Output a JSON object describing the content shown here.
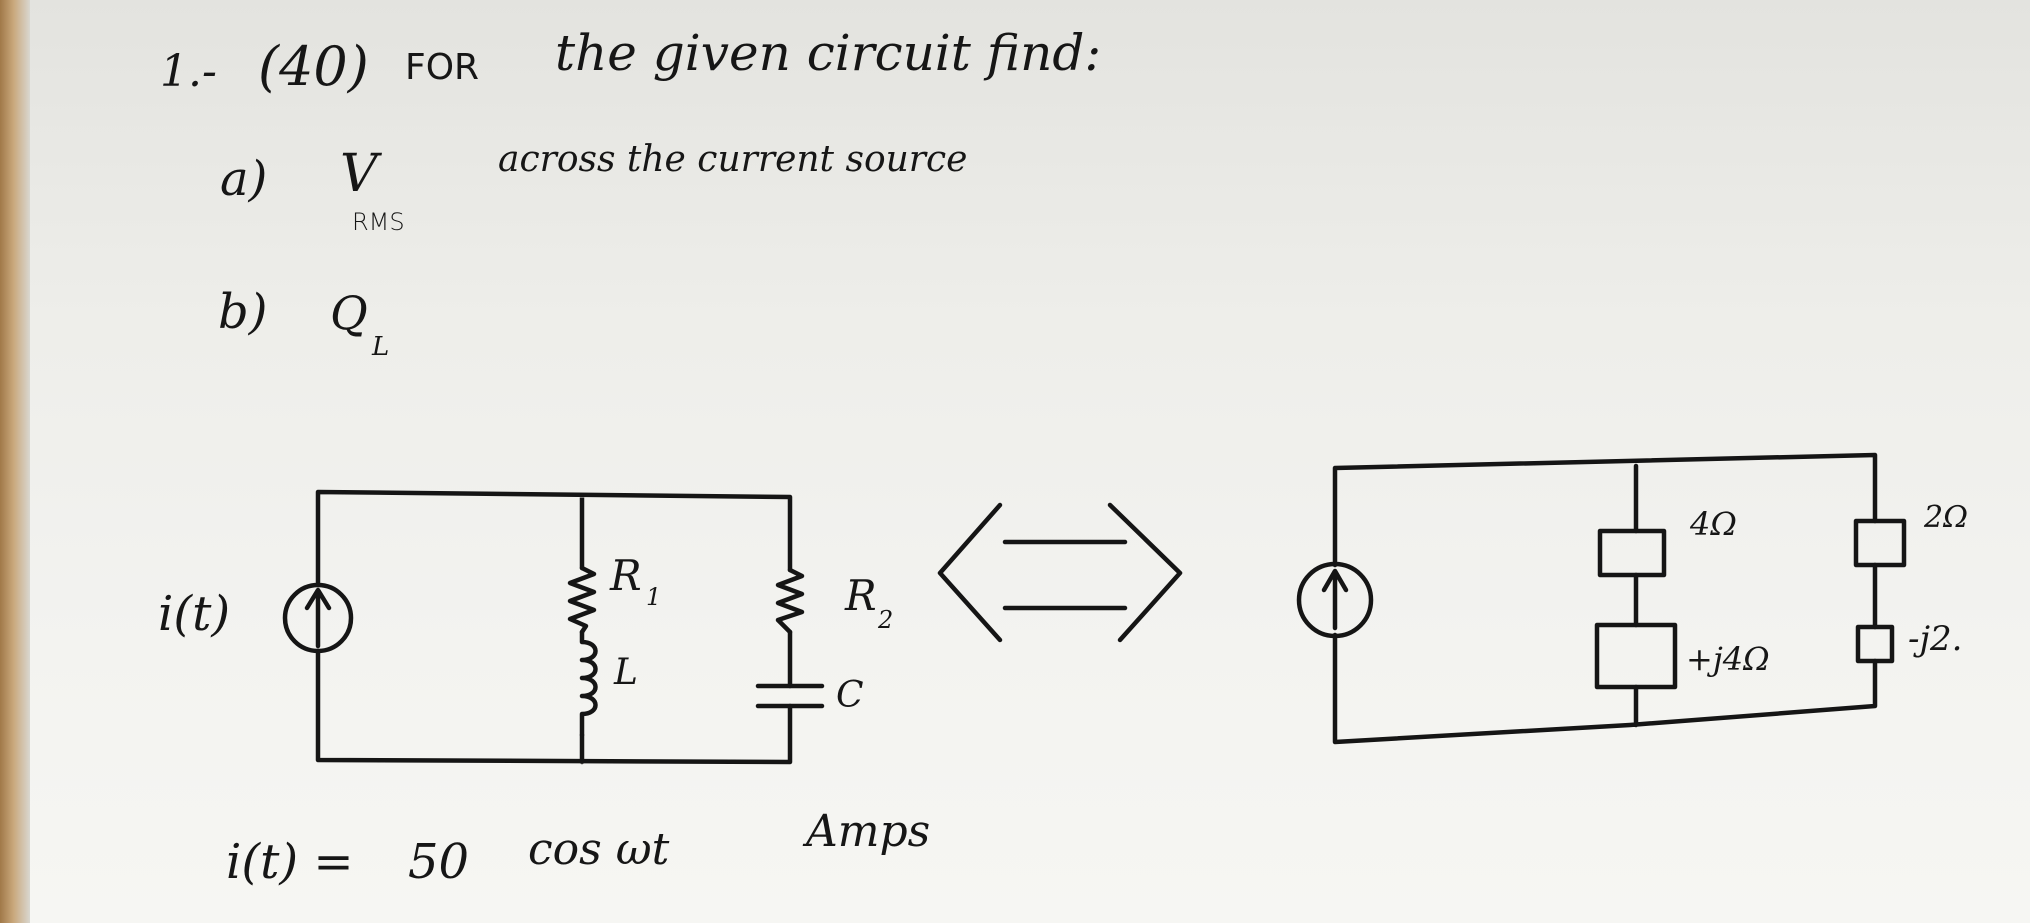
{
  "problem": {
    "number": "1.-",
    "points": "(40)",
    "intro_for": "FOR",
    "intro_rest": "the   given   circuit   find:"
  },
  "part_a": {
    "letter": "a)",
    "symbol": "V",
    "subscript": "RMS",
    "text": "across    the    current    source"
  },
  "part_b": {
    "letter": "b)",
    "symbol": "Q",
    "subscript": "L"
  },
  "left_circuit": {
    "source_label": "i(t)",
    "r1_label": "R",
    "r1_sub": "1",
    "l_label": "L",
    "r2_label": "R",
    "r2_sub": "2",
    "c_label": "C"
  },
  "right_circuit": {
    "z_r1": "4Ω",
    "z_l": "+j4Ω",
    "z_r2": "2Ω",
    "z_c": "-j2."
  },
  "source_equation": {
    "lhs": "i(t) =",
    "amplitude": "50",
    "function": "cos  ωt",
    "unit": "Amps"
  }
}
